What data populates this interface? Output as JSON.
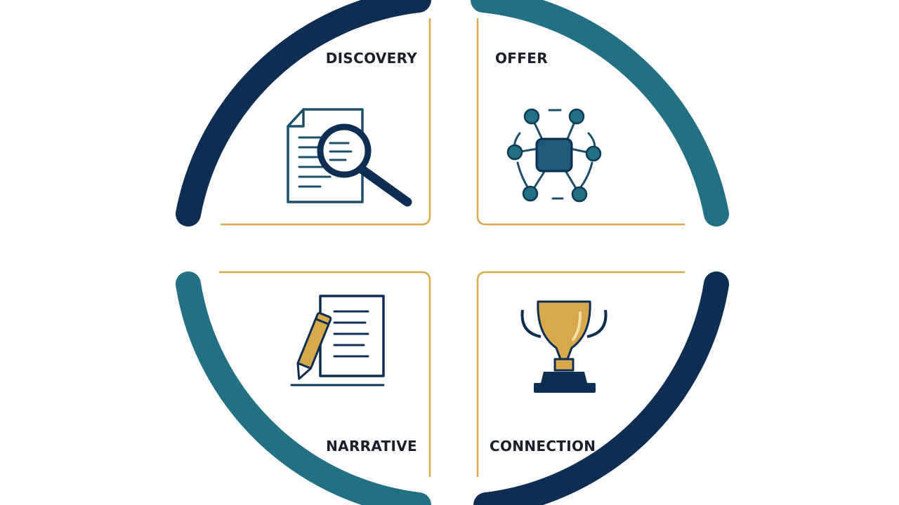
{
  "colors": {
    "navy": "#0d2d52",
    "teal": "#236f83",
    "gold": "#d8a94a",
    "label": "#1a1f2b",
    "background": "#ffffff"
  },
  "quadrants": [
    {
      "label": "DISCOVERY",
      "icon": "document-magnifier-icon",
      "arc_color": "navy"
    },
    {
      "label": "OFFER",
      "icon": "network-hub-icon",
      "arc_color": "teal"
    },
    {
      "label": "NARRATIVE",
      "icon": "pencil-document-icon",
      "arc_color": "teal"
    },
    {
      "label": "CONNECTION",
      "icon": "trophy-icon",
      "arc_color": "navy"
    }
  ]
}
